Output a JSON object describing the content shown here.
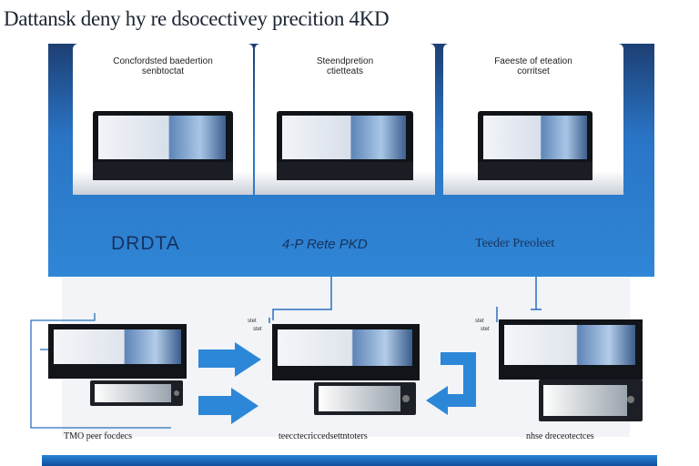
{
  "title": "Dattansk deny hy re dsocectivey precition 4KD",
  "cards": [
    {
      "caption_l1": "Concfordsted baedertion",
      "caption_l2": "senbtoctat"
    },
    {
      "caption_l1": "Steendpretion",
      "caption_l2": "ctietteats"
    },
    {
      "caption_l1": "Faeeste of eteation",
      "caption_l2": "corritset"
    }
  ],
  "panel_labels": [
    "DRDTA",
    "4-P Rete PKD",
    "Teeder Preoleet"
  ],
  "bottom_captions": [
    "TMO peer focdecs",
    "teecctecriccedsettntoters",
    "nhse dreceotectces"
  ],
  "small_marks": [
    "stet",
    "stet",
    "stet",
    "stet"
  ],
  "colors": {
    "panel_top": "#1d3f73",
    "panel_bottom": "#2f86d6",
    "arrow": "#2d87d8",
    "connector": "#2a6fc0",
    "label_text": "#16325e"
  }
}
